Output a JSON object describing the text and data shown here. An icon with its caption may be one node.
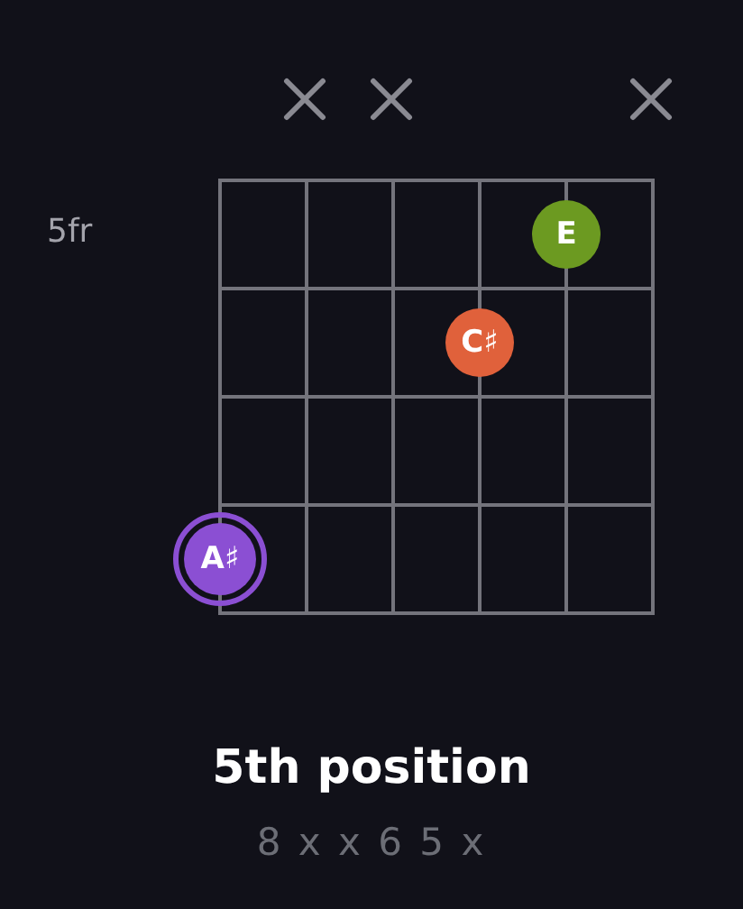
{
  "diagram": {
    "title": "5th position",
    "nodes": [
      {
        "text": [
          "E"
        ]
      },
      {
        "text": [
          "C♯"
        ]
      },
      {
        "text": [
          "A♯"
        ]
      }
    ],
    "labels": [
      "5fr",
      "8 x x 6 5 x"
    ]
  }
}
